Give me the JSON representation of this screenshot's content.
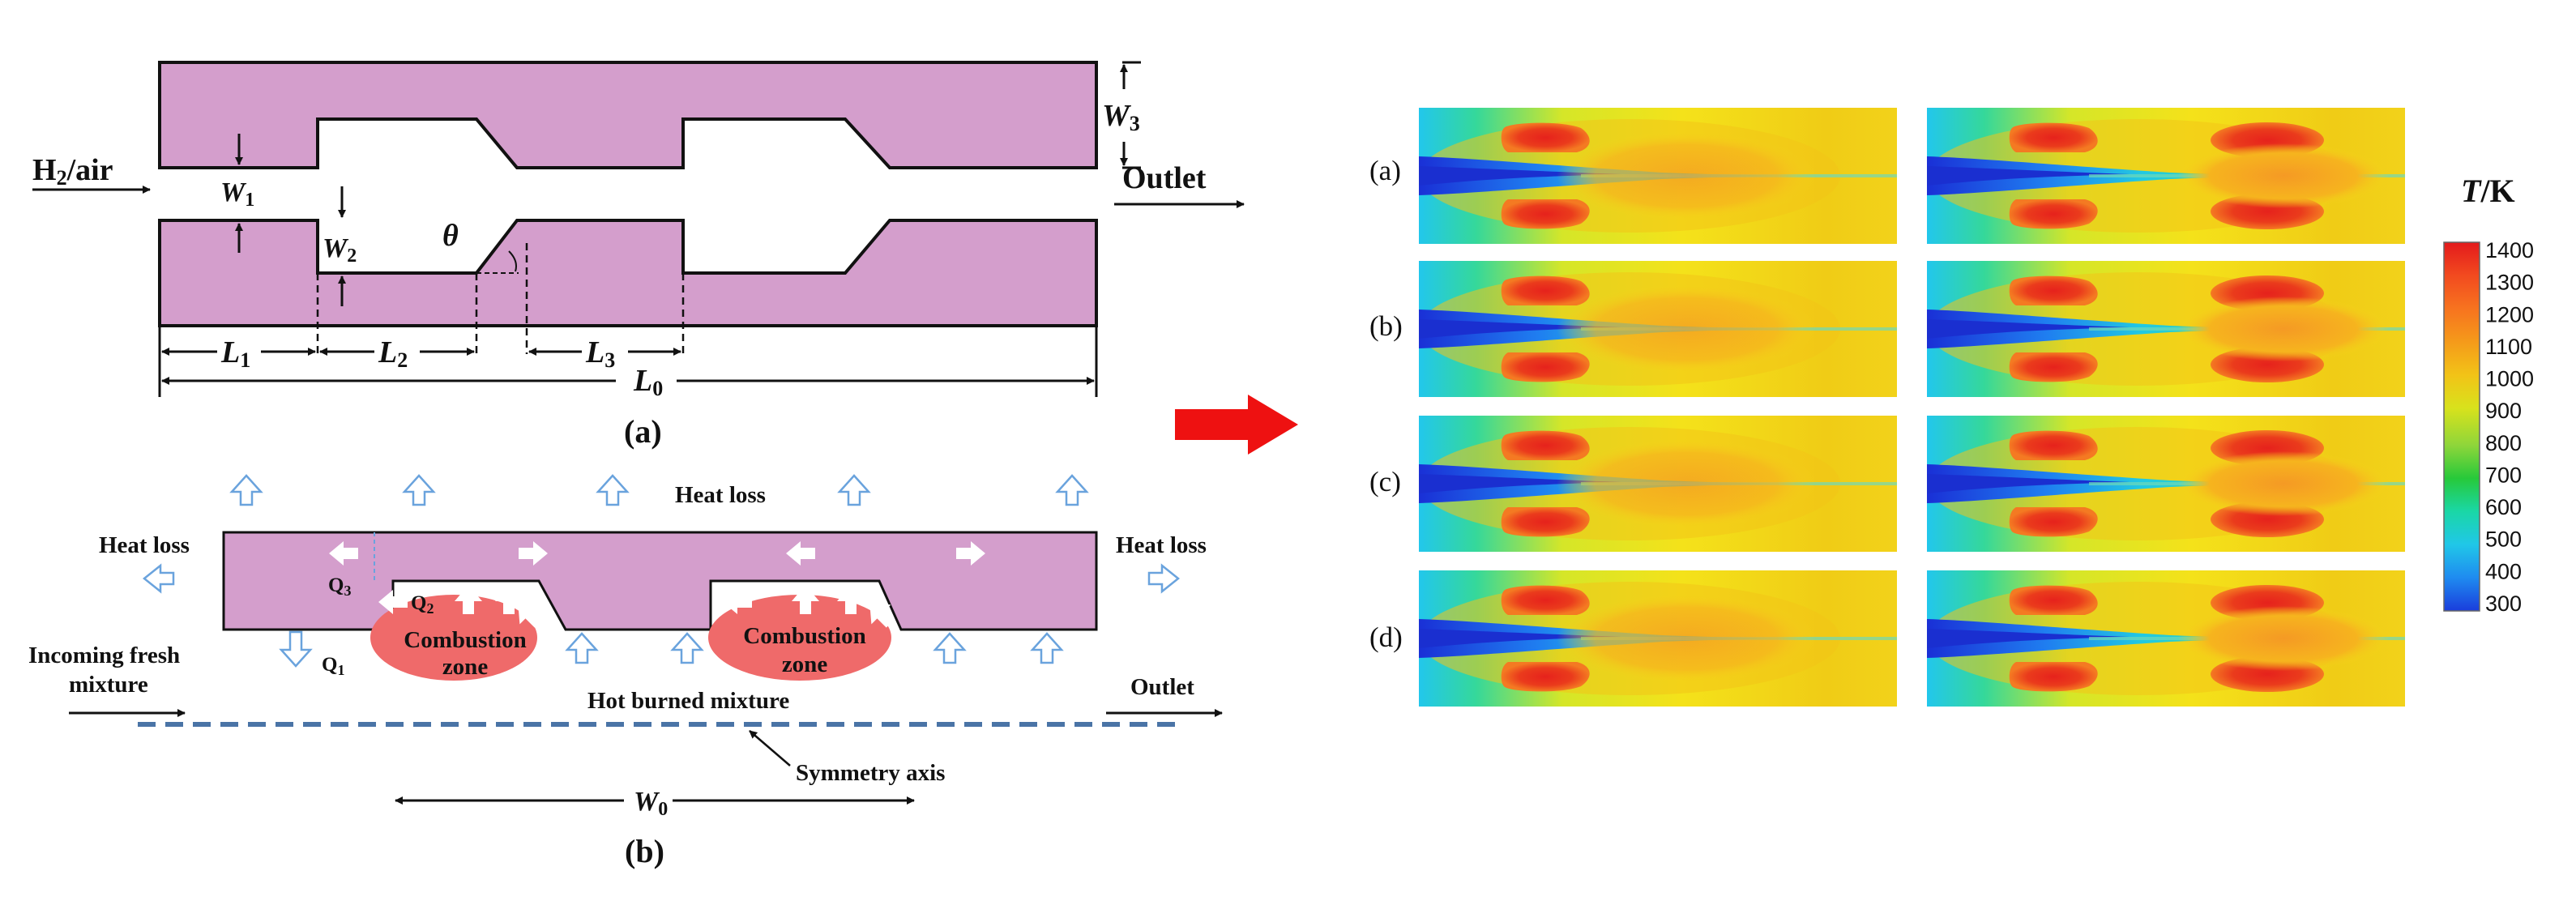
{
  "panel_a": {
    "inlet_label_main": "H",
    "inlet_label_sub": "2",
    "inlet_label_rest": "/air",
    "outlet_label": "Outlet",
    "w1": {
      "main": "W",
      "sub": "1"
    },
    "w2": {
      "main": "W",
      "sub": "2"
    },
    "w3": {
      "main": "W",
      "sub": "3"
    },
    "theta": "θ",
    "l1": {
      "main": "L",
      "sub": "1"
    },
    "l2": {
      "main": "L",
      "sub": "2"
    },
    "l3": {
      "main": "L",
      "sub": "3"
    },
    "l0": {
      "main": "L",
      "sub": "0"
    },
    "caption": "(a)"
  },
  "panel_b": {
    "heat_loss_top": "Heat loss",
    "heat_loss_left": "Heat loss",
    "heat_loss_right": "Heat loss",
    "q1": {
      "main": "Q",
      "sub": "1"
    },
    "q2": {
      "main": "Q",
      "sub": "2"
    },
    "q3": {
      "main": "Q",
      "sub": "3"
    },
    "combustion_zone_1": [
      "Combustion",
      "zone"
    ],
    "combustion_zone_2": [
      "Combustion",
      "zone"
    ],
    "incoming_line1": "Incoming fresh",
    "incoming_line2": "mixture",
    "outlet_label": "Outlet",
    "hot_burned": "Hot burned mixture",
    "symmetry_axis": "Symmetry axis",
    "w0": {
      "main": "W",
      "sub": "0"
    },
    "caption": "(b)"
  },
  "contour": {
    "row_labels": [
      "(a)",
      "(b)",
      "(c)",
      "(d)"
    ],
    "legend_title_var": "T",
    "legend_title_unit": "/K",
    "legend_ticks": [
      "1400",
      "1300",
      "1200",
      "1100",
      "1000",
      "900",
      "800",
      "700",
      "600",
      "500",
      "400",
      "300"
    ],
    "legend_colors": [
      "#e31a1c",
      "#f24a1f",
      "#f7731f",
      "#f59a1a",
      "#f2c317",
      "#d8e21c",
      "#8fd63a",
      "#27c93a",
      "#1ad7a6",
      "#20c7e8",
      "#1f8bf0",
      "#1a3ddc"
    ]
  },
  "colors": {
    "solid_fill": "#d49ecc",
    "combustion_zone": "#ef6a6a",
    "transition_arrow": "#ee1111",
    "heat_arrow_stroke": "#6aa3dd",
    "symmetry_line": "#4a74a6"
  }
}
